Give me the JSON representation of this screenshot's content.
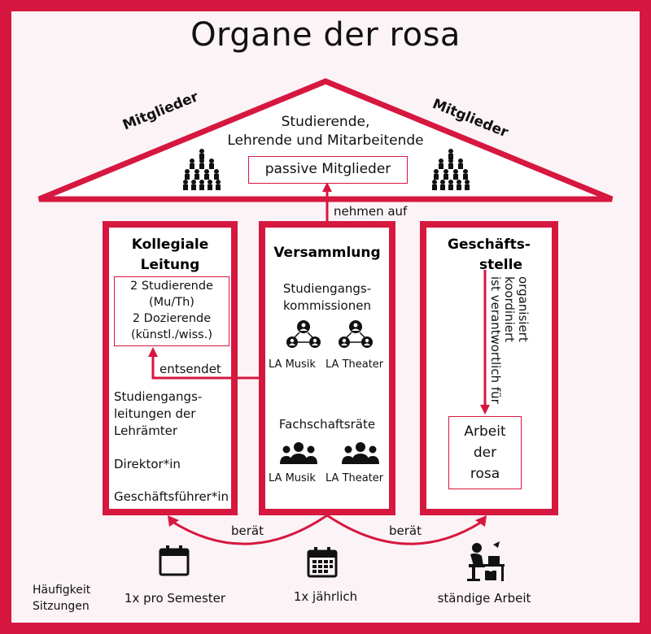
{
  "title": "Organe der rosa",
  "roof": {
    "left_label": "Mitglieder",
    "right_label": "Mitglieder",
    "members_line1": "Studierende,",
    "members_line2": "Lehrende und Mitarbeitende",
    "passive": "passive Mitglieder"
  },
  "arrows": {
    "nehmen_auf": "nehmen auf",
    "entsendet": "entsendet",
    "berat_left": "berät",
    "berat_right": "berät"
  },
  "kollegiale": {
    "title_line1": "Kollegiale",
    "title_line2": "Leitung",
    "box_lines": [
      "2 Studierende",
      "(Mu/Th)",
      "2 Dozierende",
      "(künstl./wiss.)"
    ],
    "item1_lines": [
      "Studiengangs-",
      "leitungen der",
      "Lehrämter"
    ],
    "item2": "Direktor*in",
    "item3": "Geschäftsführer*in"
  },
  "versammlung": {
    "title": "Versammlung",
    "kommissionen_line1": "Studiengangs-",
    "kommissionen_line2": "kommissionen",
    "komm_labels": [
      "LA Musik",
      "LA Theater"
    ],
    "fachschaft": "Fachschaftsräte",
    "fach_labels": [
      "LA Musik",
      "LA Theater"
    ]
  },
  "geschaeft": {
    "title_line1": "Geschäfts-",
    "title_line2": "stelle",
    "vertical_lines": [
      "organisiert",
      "koordiniert",
      "ist verantwortlich für"
    ],
    "arbeit_lines": [
      "Arbeit",
      "der",
      "rosa"
    ]
  },
  "footer": {
    "left_line1": "Häufigkeit",
    "left_line2": "Sitzungen",
    "freq1": "1x pro Semester",
    "freq2": "1x jährlich",
    "freq3": "ständige Arbeit"
  },
  "colors": {
    "accent": "#d6173f",
    "background": "#fbf3f5"
  },
  "icons": [
    "people-group-icon",
    "network-people-icon",
    "three-people-icon",
    "calendar-icon",
    "calendar-grid-icon",
    "desk-worker-icon"
  ]
}
